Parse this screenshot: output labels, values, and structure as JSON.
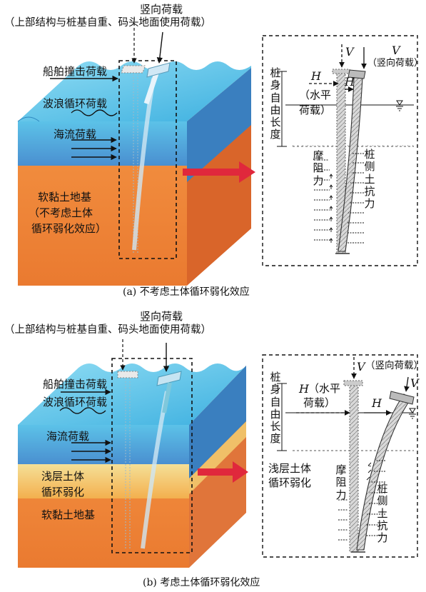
{
  "panel_a": {
    "vertical_load": "竖向荷载",
    "vertical_load_note": "（上部结构与桩基自重、码头地面使用荷载）",
    "ship_impact": "船舶撞击荷载",
    "wave_load": "波浪循环荷载",
    "current_load": "海流荷载",
    "soft_soil": [
      "软黏土地基",
      "（不考虑土体",
      "循环弱化效应）"
    ],
    "V": "V",
    "V_note": "（竖向荷载）",
    "H": "H",
    "H_note": [
      "（水平",
      "荷载）"
    ],
    "free_length": "桩身自由长度",
    "friction": "摩阻力",
    "lateral_resistance": "桩侧土抗力",
    "caption": "(a) 不考虑土体循环弱化效应"
  },
  "panel_b": {
    "vertical_load": "竖向荷载",
    "vertical_load_note": "（上部结构与桩基自重、码头地面使用荷载）",
    "ship_impact": "船舶撞击荷载",
    "wave_load": "波浪循环荷载",
    "current_load": "海流荷载",
    "shallow_soil": [
      "浅层土体",
      "循环弱化"
    ],
    "soft_soil": "软黏土地基",
    "V": "V",
    "V_note": "（竖向荷载）",
    "H": "H",
    "H_note_a": "（水平",
    "H_note_b": "荷载）",
    "free_length": "桩身自由长度",
    "shallow_soil_right": [
      "浅层土体",
      "循环弱化"
    ],
    "friction": "摩阻力",
    "lateral_resistance": "桩侧土抗力",
    "caption": "(b) 考虑土体循环弱化效应"
  },
  "colors": {
    "water_top": "#5ec8e8",
    "water_side": "#3a9fd0",
    "soil": "#f08a3c",
    "soil_dark": "#d9652a",
    "weak_soil": "#f2d88a",
    "arrow_red": "#e0283c"
  }
}
